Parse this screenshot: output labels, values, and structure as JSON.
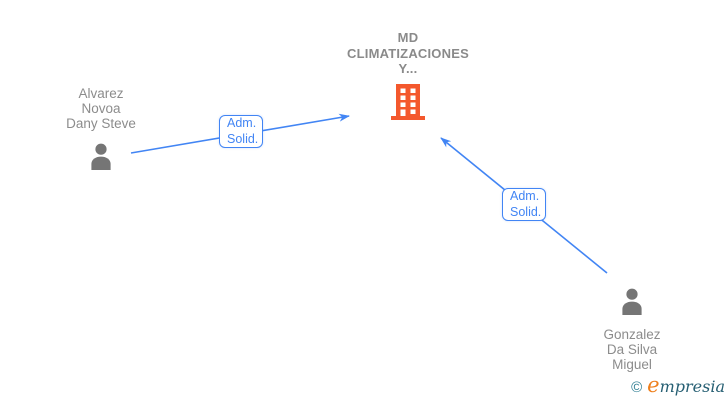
{
  "company": {
    "name_lines": [
      "MD",
      "CLIMATIZACIONES",
      "Y..."
    ]
  },
  "persons": [
    {
      "name_lines": [
        "Alvarez",
        "Novoa",
        "Dany Steve"
      ]
    },
    {
      "name_lines": [
        "Gonzalez",
        "Da Silva",
        "Miguel"
      ]
    }
  ],
  "edges": [
    {
      "label_lines": [
        "Adm.",
        "Solid."
      ]
    },
    {
      "label_lines": [
        "Adm.",
        "Solid."
      ]
    }
  ],
  "watermark": {
    "copyright_symbol": "©",
    "brand_initial": "e",
    "brand_rest": "mpresia"
  },
  "colors": {
    "edge_blue": "#4285f4",
    "company_orange": "#f4582d",
    "person_gray": "#757575",
    "name_text_gray": "#8c8c8c",
    "watermark_teal": "#2d7d92",
    "watermark_orange": "#ee7f1d"
  }
}
